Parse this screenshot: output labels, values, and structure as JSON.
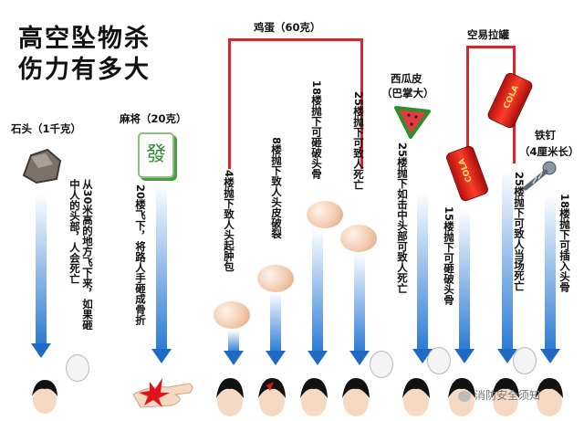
{
  "title": {
    "line1": "高空坠物杀",
    "line2": "伤力有多大"
  },
  "items": {
    "stone": {
      "label": "石头（1千克）",
      "desc": "从30米高的地方飞下来，如果砸中人的头部，人会死亡"
    },
    "mahjong": {
      "label": "麻将（20克）",
      "desc": "20楼飞下，将路人手砸成骨折",
      "tile_text": "發"
    },
    "egg": {
      "label": "鸡蛋（60克）",
      "facts": [
        "4楼抛下致人头起肿包",
        "8楼抛下致人头皮破裂",
        "18楼抛下可砸破头骨",
        "25楼抛下可致人死亡"
      ]
    },
    "watermelon": {
      "label": "西瓜皮",
      "sublabel": "（巴掌大）",
      "desc": "25楼抛下如击中头部可致人死亡"
    },
    "can": {
      "label": "空易拉罐",
      "facts": [
        "15楼抛下可砸破头骨",
        "25楼抛下可致人当场死亡"
      ],
      "can_text": "COLA"
    },
    "nail": {
      "label": "铁钉",
      "sublabel": "（4厘米长）",
      "desc": "18楼抛下可插入头骨"
    }
  },
  "watermark": "消防安全须知",
  "colors": {
    "arrow": "#1f6ac3",
    "bracket": "#d8262a",
    "can": "#e8281c"
  }
}
